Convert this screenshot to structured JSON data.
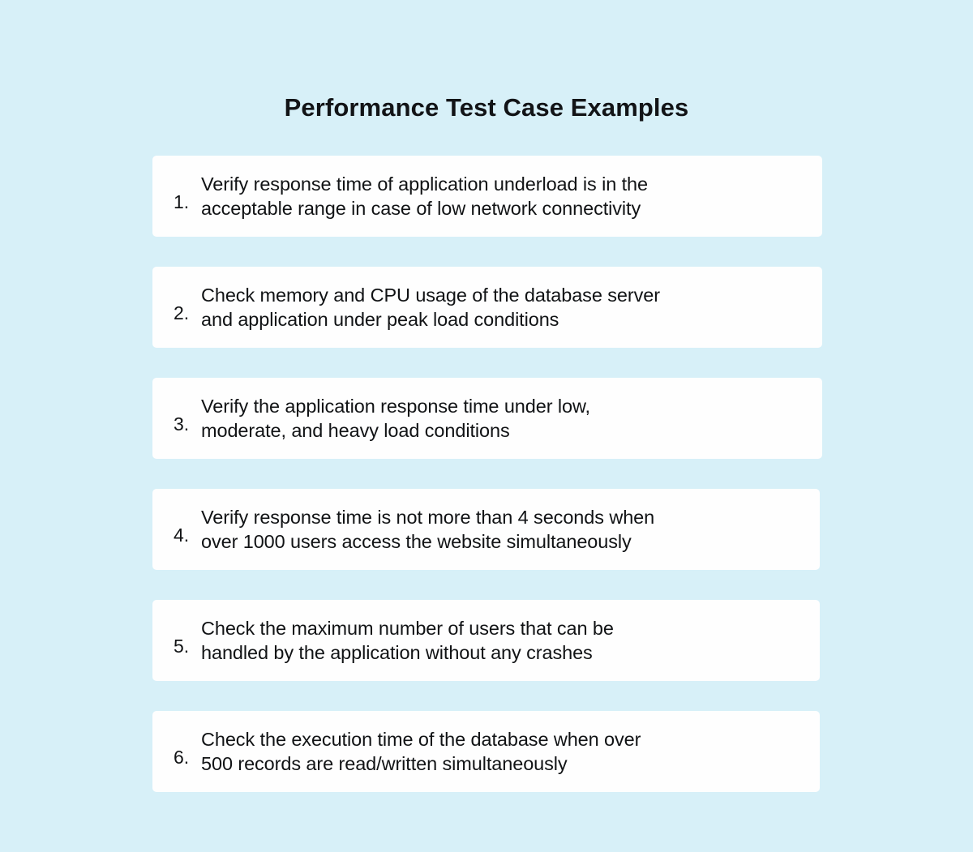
{
  "page": {
    "title": "Performance Test Case Examples",
    "background_color": "#d7f0f8",
    "card_color": "#fefefe",
    "text_color": "#111315"
  },
  "items": [
    {
      "number": "1.",
      "text": "Verify response time of application underload is in the acceptable range in case of low network connectivity",
      "line1": "Verify response time of application underload is in the",
      "line2": "acceptable range in case of low network connectivity"
    },
    {
      "number": "2.",
      "text": "Check memory and CPU usage of the database server and application under peak load conditions",
      "line1": "Check memory and CPU usage of the database server",
      "line2": "and application under peak load conditions"
    },
    {
      "number": "3.",
      "text": "Verify the application response time under low, moderate, and heavy load conditions",
      "line1": "Verify the application response time under low,",
      "line2": "moderate, and heavy load conditions"
    },
    {
      "number": "4.",
      "text": "Verify response time is not more than 4 seconds when over 1000 users access the website simultaneously",
      "line1": "Verify response time is not more than 4 seconds when",
      "line2": "over 1000 users access the website simultaneously"
    },
    {
      "number": "5.",
      "text": "Check the maximum number of users that can be handled by the application without any crashes",
      "line1": "Check the maximum number of users that can be",
      "line2": "handled by the application without any crashes"
    },
    {
      "number": "6.",
      "text": "Check the execution time of the database when over 500 records are read/written simultaneously",
      "line1": "Check the execution time of the database when over",
      "line2": "500 records are read/written simultaneously"
    }
  ]
}
